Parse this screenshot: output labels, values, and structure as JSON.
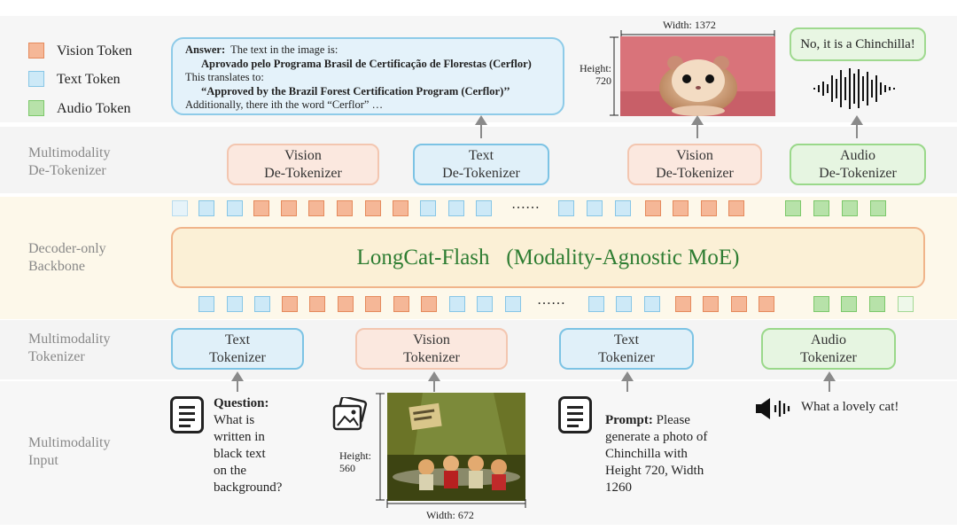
{
  "legend": [
    {
      "label": "Vision Token",
      "color": "#f5b797"
    },
    {
      "label": "Text Token",
      "color": "#cde9f7"
    },
    {
      "label": "Audio Token",
      "color": "#b7e2a9"
    }
  ],
  "rows": {
    "detokenizer": "Multimodality\nDe-Tokenizer",
    "backbone": "Decoder-only\nBackbone",
    "tokenizer": "Multimodality\nTokenizer",
    "input": "Multimodality\nInput"
  },
  "answer": {
    "label": "Answer:",
    "line1": "The text in the image is:",
    "line2": "Aprovado pelo Programa Brasil de Certificação de Florestas (Cerflor)",
    "line3": "This translates to:",
    "line4": "“Approved by the Brazil Forest Certification Program (Cerflor)’’",
    "line5": "Additionally, there ith the word “Cerflor” …"
  },
  "output_image": {
    "width_label": "Width: 1372",
    "height_label": "Height:\n720"
  },
  "audio_output": "No, it is a Chinchilla!",
  "detokenizers": [
    {
      "label": "Vision\nDe-Tokenizer",
      "kind": "vision"
    },
    {
      "label": "Text\nDe-Tokenizer",
      "kind": "text"
    },
    {
      "label": "Vision\nDe-Tokenizer",
      "kind": "vision"
    },
    {
      "label": "Audio\nDe-Tokenizer",
      "kind": "audio"
    }
  ],
  "backbone_title": "LongCat-Flash   (Modality-Agnostic MoE)",
  "ellipsis": "……",
  "tokenizers": [
    {
      "label": "Text\nTokenizer",
      "kind": "text"
    },
    {
      "label": "Vision\nTokenizer",
      "kind": "vision"
    },
    {
      "label": "Text\nTokenizer",
      "kind": "text"
    },
    {
      "label": "Audio\nTokenizer",
      "kind": "audio"
    }
  ],
  "question": {
    "label": "Question:",
    "text": "What is\nwritten in\nblack text\non the\nbackground?"
  },
  "input_image": {
    "height_label": "Height:\n560",
    "width_label": "Width: 672"
  },
  "prompt": {
    "label": "Prompt:",
    "text": "Please\ngenerate a photo of\nChinchilla with\nHeight 720, Width\n1260"
  },
  "audio_input": "What a lovely cat!",
  "colors": {
    "vision": "#f5b797",
    "text": "#cde9f7",
    "audio": "#b7e2a9",
    "backbone": "#fbf1d9",
    "backbone_border": "#f0b48a",
    "title": "#2e7d32"
  },
  "top_tokens": [
    "tl",
    "t",
    "t",
    "v",
    "v",
    "v",
    "v",
    "v",
    "v",
    "t",
    "t",
    "t",
    "…",
    "t",
    "t",
    "t",
    "v",
    "v",
    "v",
    "v",
    "a",
    "a",
    "a",
    "a"
  ],
  "bottom_tokens": [
    "t",
    "t",
    "t",
    "v",
    "v",
    "v",
    "v",
    "v",
    "v",
    "t",
    "t",
    "t",
    "…",
    "t",
    "t",
    "t",
    "v",
    "v",
    "v",
    "v",
    "a",
    "a",
    "a",
    "al"
  ]
}
